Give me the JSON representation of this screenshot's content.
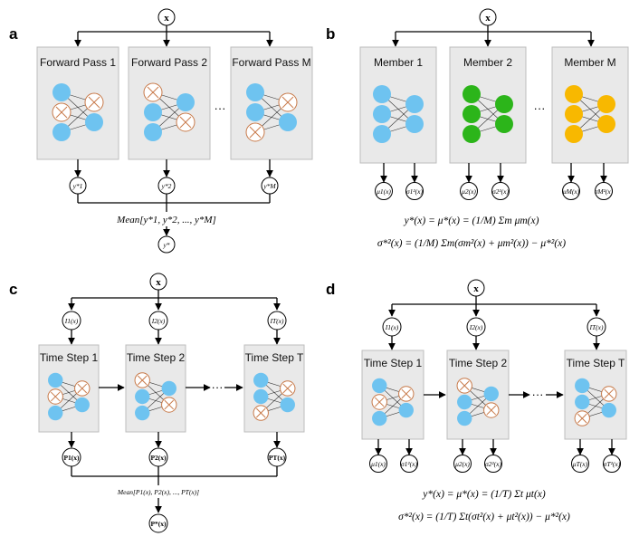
{
  "panels": {
    "a": {
      "label": "a",
      "input": "x",
      "boxes": [
        "Forward Pass 1",
        "Forward Pass 2",
        "Forward Pass M"
      ],
      "outputs": [
        "y*1",
        "y*2",
        "y*M"
      ],
      "aggregate": "Mean[y*1, y*2, ..., y*M]",
      "final": "y*",
      "ellipsis": "···"
    },
    "b": {
      "label": "b",
      "input": "x",
      "boxes": [
        "Member 1",
        "Member 2",
        "Member M"
      ],
      "outputs": [
        "μ1(x)",
        "σ1²(x)",
        "μ2(x)",
        "σ2²(x)",
        "μM(x)",
        "σM²(x)"
      ],
      "eq1": "y*(x) = μ*(x) = (1/M) Σm μm(x)",
      "eq2": "σ*²(x) = (1/M) Σm(σm²(x) + μm²(x)) − μ*²(x)",
      "ellipsis": "···",
      "colors": [
        "#6ec3f0",
        "#2cb51a",
        "#f8b800"
      ]
    },
    "c": {
      "label": "c",
      "input": "x",
      "inputs": [
        "I1(x)",
        "I2(x)",
        "IT(x)"
      ],
      "boxes": [
        "Time Step 1",
        "Time Step 2",
        "Time Step T"
      ],
      "outputs": [
        "P1(x)",
        "P2(x)",
        "PT(x)"
      ],
      "aggregate": "Mean[P1(x), P2(x), ..., PT(x)]",
      "final": "P*(x)",
      "ellipsis": "···"
    },
    "d": {
      "label": "d",
      "input": "x",
      "inputs": [
        "I1(x)",
        "I2(x)",
        "IT(x)"
      ],
      "boxes": [
        "Time Step 1",
        "Time Step 2",
        "Time Step T"
      ],
      "outputs": [
        "μ1(x)",
        "σ1²(x)",
        "μ2(x)",
        "σ2²(x)",
        "μT(x)",
        "σT²(x)"
      ],
      "eq1": "y*(x) = μ*(x) = (1/T) Σt μt(x)",
      "eq2": "σ*²(x) = (1/T) Σt(σt²(x) + μt²(x)) − μ*²(x)",
      "ellipsis": "···"
    }
  },
  "colors": {
    "node_blue": "#6ec3f0",
    "node_dropout_fill": "#ffffff",
    "node_dropout_stroke": "#c87a4a",
    "box_fill": "#e9e9e9"
  }
}
